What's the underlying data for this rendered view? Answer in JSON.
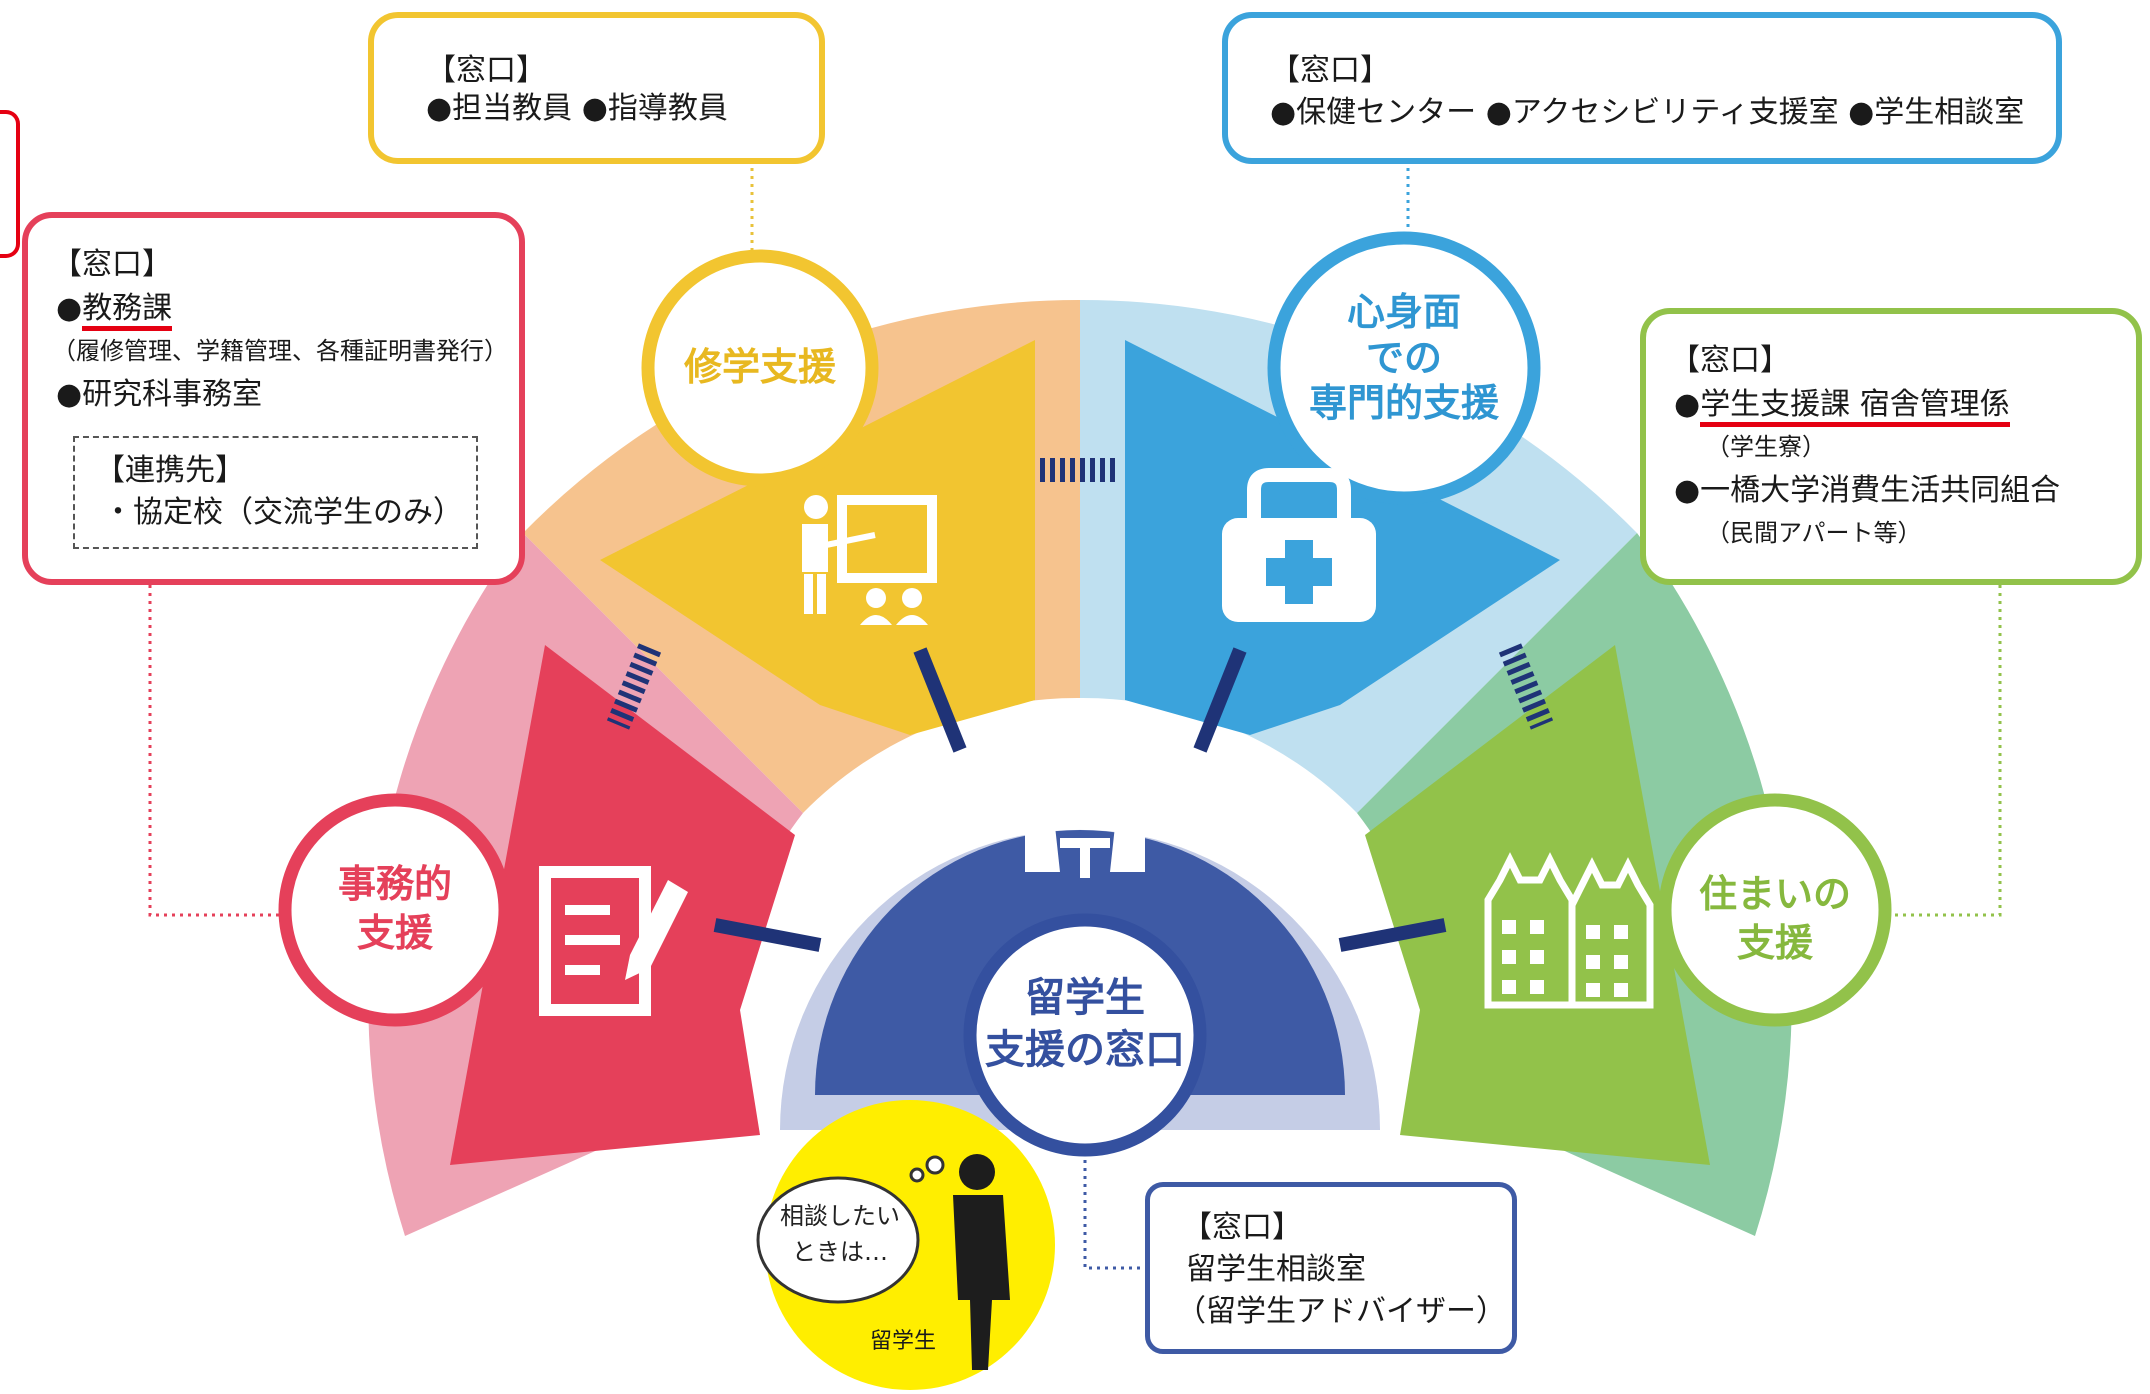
{
  "colors": {
    "yellow": "#f0c332",
    "blue": "#3ba3dc",
    "red": "#e5405a",
    "green": "#92c24a",
    "navy": "#34509f",
    "highlight_yellow": "#ffee00",
    "underline_red": "#e50012"
  },
  "center": {
    "title_line1": "留学生",
    "title_line2": "支援の窓口",
    "icon": "consultation-icon"
  },
  "sectors": {
    "academic": {
      "label": "修学支援",
      "icon": "teacher-board-icon"
    },
    "health": {
      "label_line1": "心身面",
      "label_line2": "での",
      "label_line3": "専門的支援",
      "icon": "medical-bag-icon"
    },
    "admin": {
      "label_line1": "事務的",
      "label_line2": "支援",
      "icon": "writing-form-icon"
    },
    "housing": {
      "label_line1": "住まいの",
      "label_line2": "支援",
      "icon": "buildings-icon"
    }
  },
  "boxes": {
    "academic": {
      "header": "【窓口】",
      "line1": "●担当教員 ●指導教員"
    },
    "health": {
      "header": "【窓口】",
      "line1": "●保健センター ●アクセシビリティ支援室 ●学生相談室"
    },
    "admin": {
      "header": "【窓口】",
      "item1_bullet": "●",
      "item1": "教務課",
      "item1_note": "（履修管理、学籍管理、各種証明書発行）",
      "item2": "●研究科事務室",
      "partner_header": "【連携先】",
      "partner_item": "・協定校（交流学生のみ）"
    },
    "housing": {
      "header": "【窓口】",
      "item1_bullet": "●",
      "item1": "学生支援課 宿舎管理係",
      "item1_note": "（学生寮）",
      "item2": "●一橋大学消費生活共同組合",
      "item2_note": "（民間アパート等）"
    },
    "center": {
      "header": "【窓口】",
      "line1": "留学生相談室",
      "line2": "（留学生アドバイザー）"
    }
  },
  "student": {
    "bubble_line1": "相談したい",
    "bubble_line2": "ときは…",
    "label": "留学生"
  }
}
